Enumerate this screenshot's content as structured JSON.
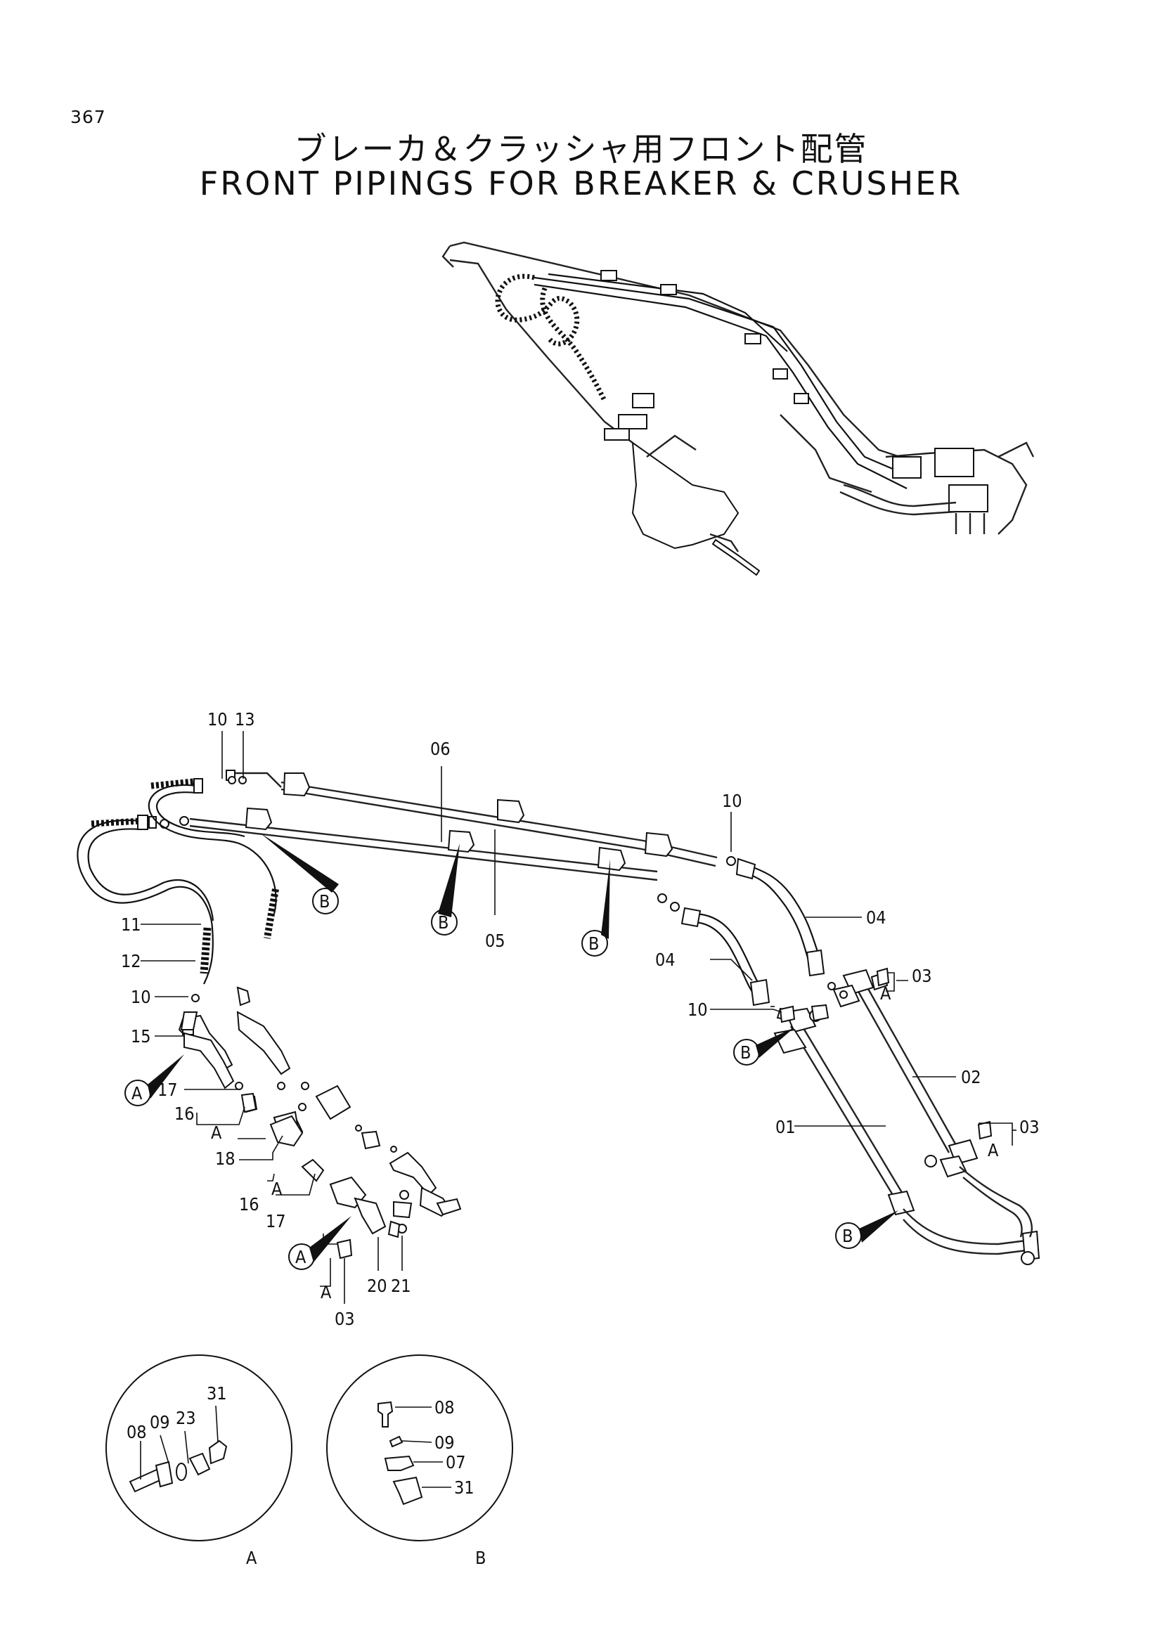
{
  "page_number": "367",
  "title_jp": "ブレーカ＆クラッシャ用フロント配管",
  "title_en": "FRONT PIPINGS FOR BREAKER & CRUSHER",
  "labels": {
    "l01": "01",
    "l02": "02",
    "l03a": "03",
    "l03b": "03",
    "l03c": "03",
    "l04a": "04",
    "l04b": "04",
    "l05": "05",
    "l06": "06",
    "l07": "07",
    "l08a": "08",
    "l08b": "08",
    "l09a": "09",
    "l09b": "09",
    "l10a": "10",
    "l10b": "10",
    "l10c": "10",
    "l10d": "10",
    "l11": "11",
    "l12": "12",
    "l13": "13",
    "l15": "15",
    "l16a": "16",
    "l16b": "16",
    "l17a": "17",
    "l17b": "17",
    "l18": "18",
    "l20": "20",
    "l21": "21",
    "l23": "23",
    "l31a": "31",
    "l31b": "31",
    "refA1": "A",
    "refA2": "A",
    "refA3": "A",
    "refA4": "A",
    "refA5": "A",
    "refA6": "A",
    "refA7": "A",
    "refB1": "B",
    "refB2": "B",
    "refB3": "B",
    "refB4": "B",
    "refB5": "B",
    "detailA": "A",
    "detailB": "B"
  }
}
